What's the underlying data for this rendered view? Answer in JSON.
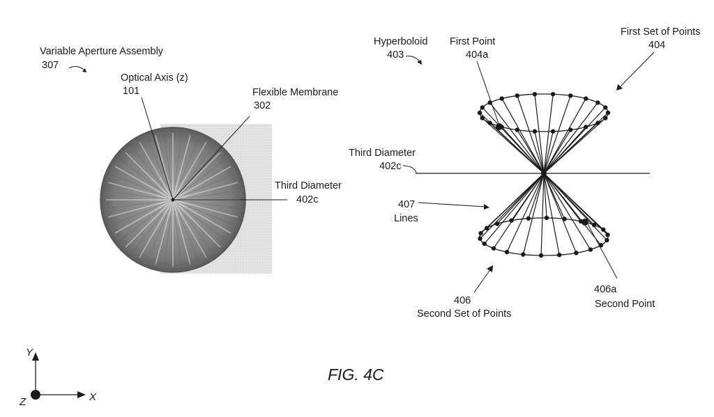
{
  "figure": {
    "title": "FIG. 4C",
    "colors": {
      "ink": "#1a1a1a",
      "disc_dark": "#555555",
      "disc_light": "#b5b5b5"
    }
  },
  "left": {
    "assembly": {
      "name": "Variable Aperture Assembly",
      "ref": "307"
    },
    "optical_axis": {
      "name": "Optical Axis (z)",
      "ref": "101"
    },
    "membrane": {
      "name": "Flexible Membrane",
      "ref": "302"
    },
    "third_diameter": {
      "name": "Third Diameter",
      "ref": "402c"
    }
  },
  "right": {
    "hyperboloid": {
      "name": "Hyperboloid",
      "ref": "403"
    },
    "first_point": {
      "name": "First Point",
      "ref": "404a"
    },
    "first_set": {
      "name": "First Set of Points",
      "ref": "404"
    },
    "third_diameter": {
      "name": "Third Diameter",
      "ref": "402c"
    },
    "lines": {
      "name": "Lines",
      "ref": "407"
    },
    "second_set": {
      "name": "Second Set of Points",
      "ref": "406"
    },
    "second_point": {
      "name": "Second Point",
      "ref": "406a"
    }
  },
  "axes": {
    "y": "Y",
    "x": "X",
    "z": "Z"
  }
}
